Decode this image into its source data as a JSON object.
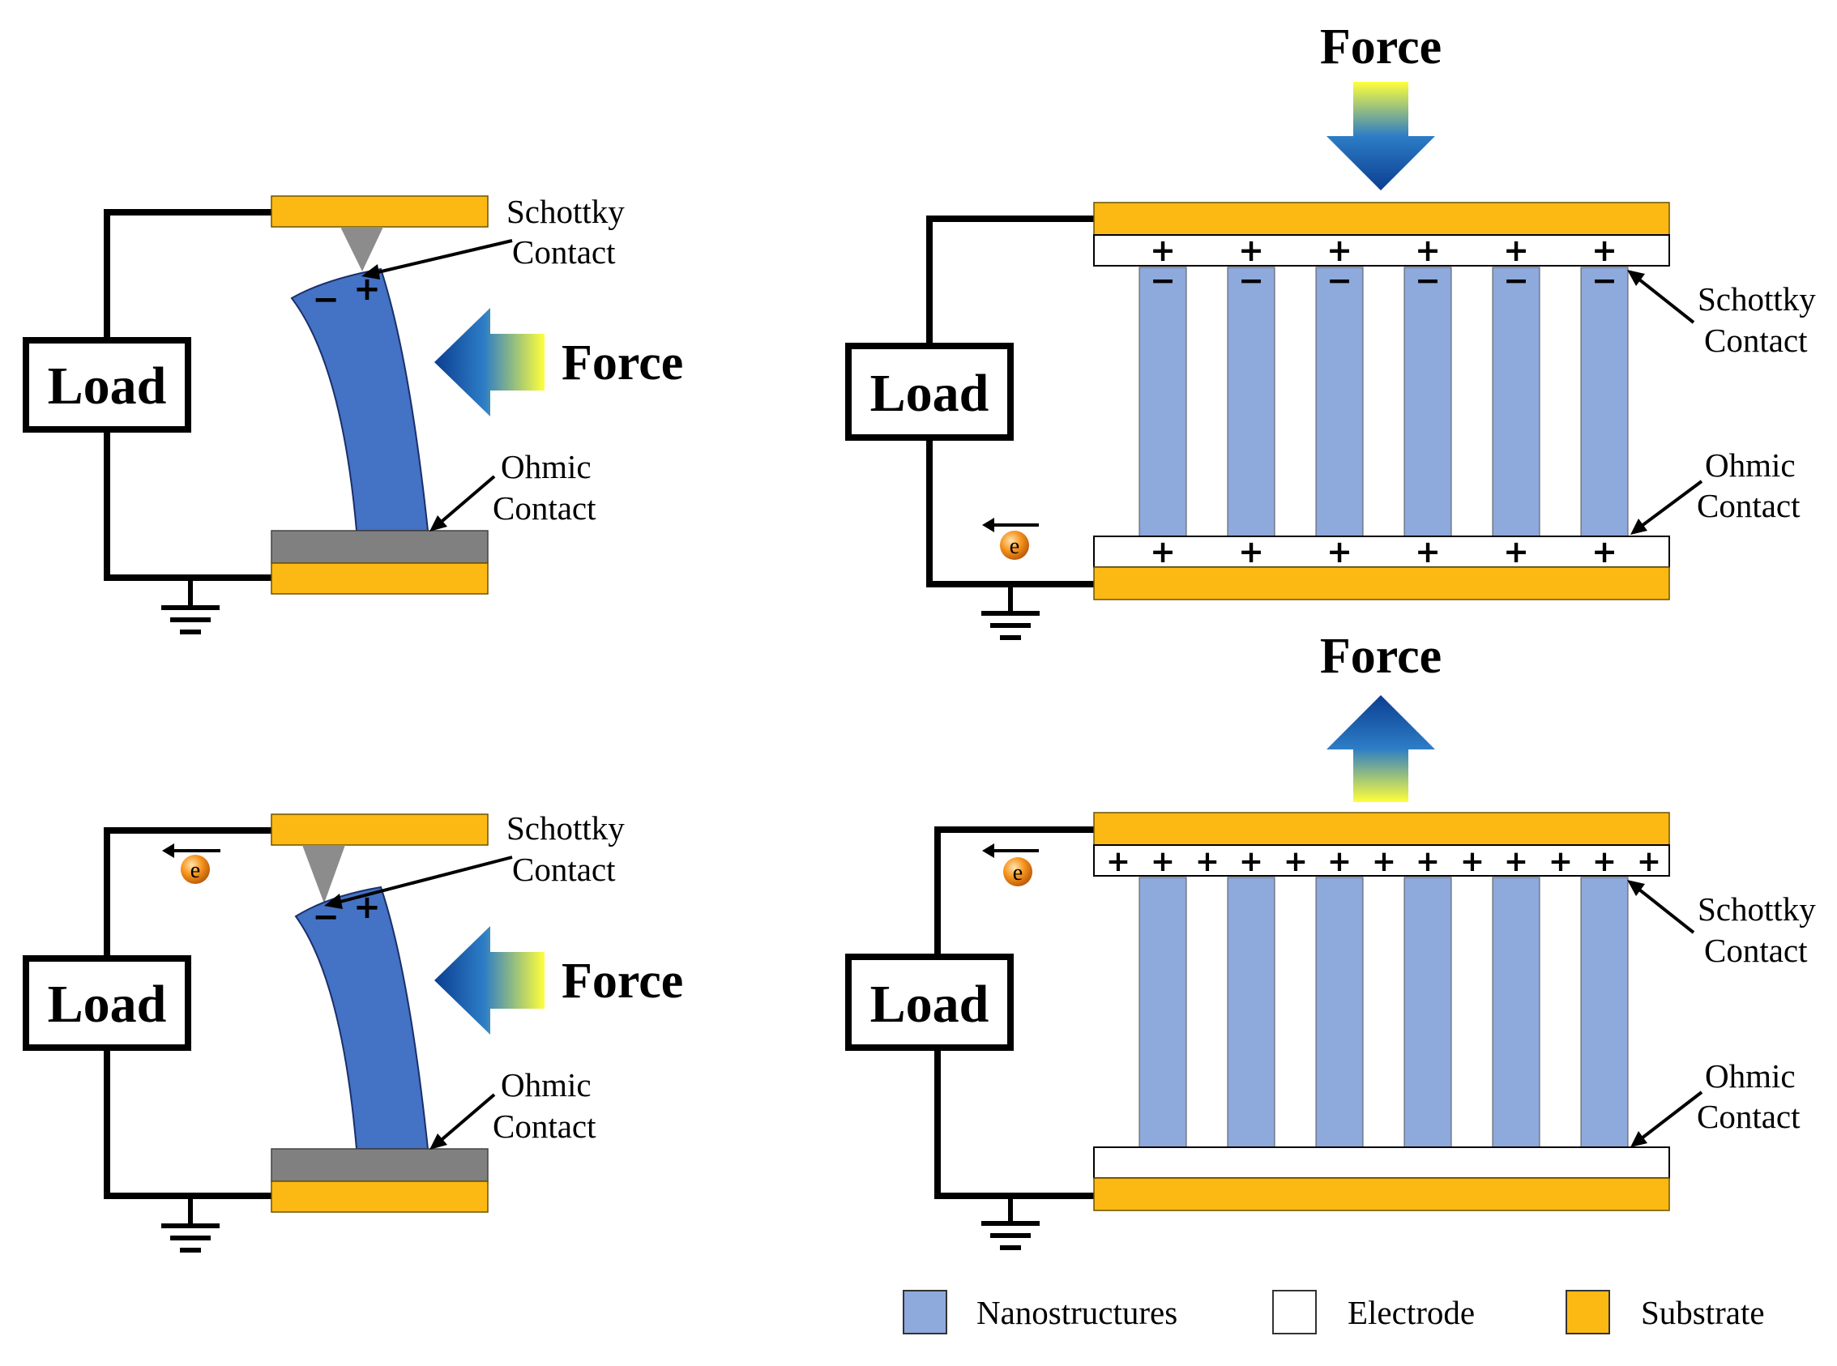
{
  "colors": {
    "substrate": "#FDB913",
    "nanostructure": "#8EA9DB",
    "nanowire": "#4472C4",
    "electrode": "#FFFFFF",
    "ohmic_contact": "#808080",
    "tip": "#8C8C8C",
    "wire": "#000000",
    "electron": "#F7941D"
  },
  "panels": {
    "top_left": {
      "load_label": "Load",
      "force_label": "Force",
      "schottky_line1": "Schottky",
      "schottky_line2": "Contact",
      "ohmic_line1": "Ohmic",
      "ohmic_line2": "Contact",
      "force_direction": "left"
    },
    "bottom_left": {
      "load_label": "Load",
      "force_label": "Force",
      "schottky_line1": "Schottky",
      "schottky_line2": "Contact",
      "ohmic_line1": "Ohmic",
      "ohmic_line2": "Contact",
      "electron_label": "e",
      "force_direction": "left"
    },
    "top_right": {
      "load_label": "Load",
      "force_label": "Force",
      "schottky_line1": "Schottky",
      "schottky_line2": "Contact",
      "ohmic_line1": "Ohmic",
      "ohmic_line2": "Contact",
      "electron_label": "e",
      "force_direction": "down"
    },
    "bottom_right": {
      "load_label": "Load",
      "force_label": "Force",
      "schottky_line1": "Schottky",
      "schottky_line2": "Contact",
      "ohmic_line1": "Ohmic",
      "ohmic_line2": "Contact",
      "electron_label": "e",
      "force_direction": "up"
    }
  },
  "legend": [
    {
      "label": "Nanostructures",
      "color": "#8EA9DB"
    },
    {
      "label": "Electrode",
      "color": "#FFFFFF"
    },
    {
      "label": "Substrate",
      "color": "#FDB913"
    }
  ]
}
